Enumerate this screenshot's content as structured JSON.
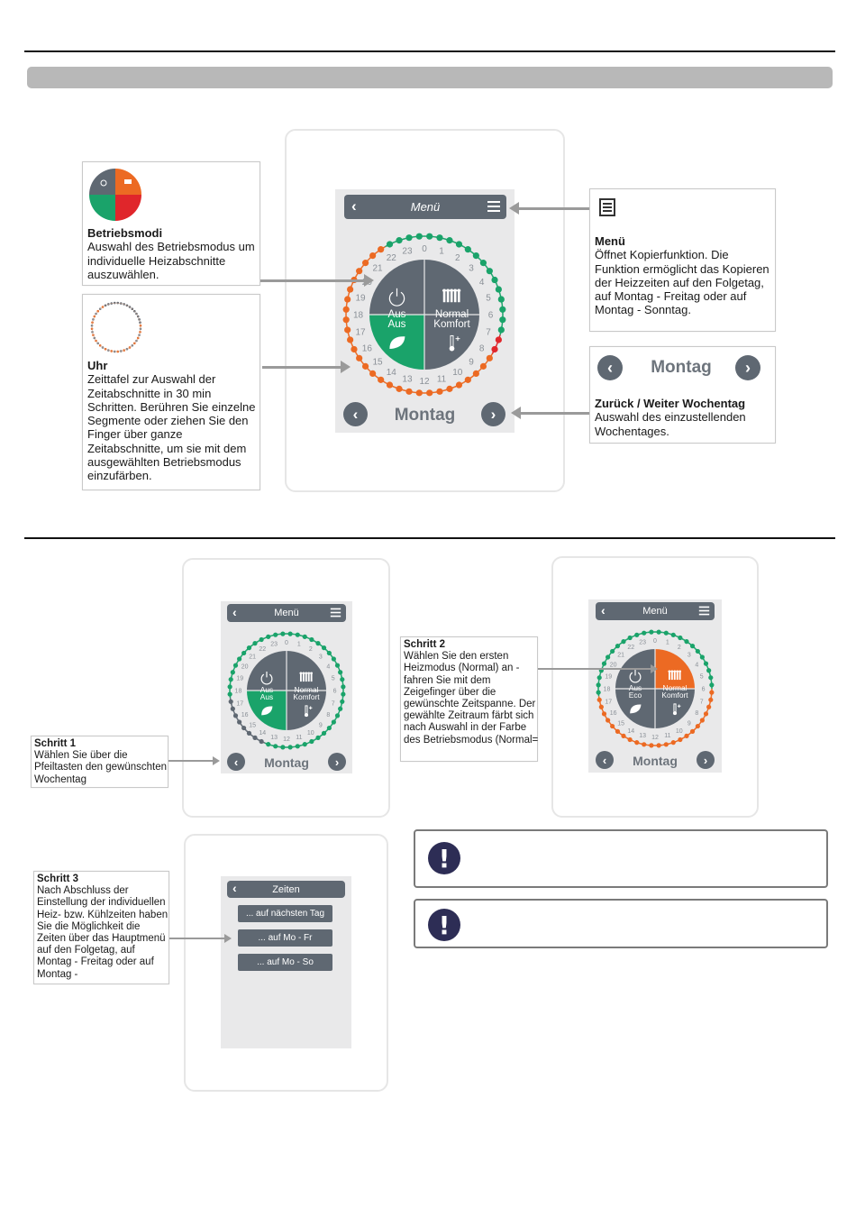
{
  "callouts": {
    "betriebsmodi": {
      "title": "Betriebsmodi",
      "text": "Auswahl des Betriebsmodus um individuelle Heizabschnitte auszuwählen."
    },
    "uhr": {
      "title": "Uhr",
      "text": "Zeittafel zur Auswahl der Zeitabschnitte in 30 min Schritten. Berühren Sie einzelne Segmente oder ziehen Sie den Finger über ganze Zeitabschnitte, um sie mit dem ausgewählten Betriebsmodus einzufärben."
    },
    "menue": {
      "title": "Menü",
      "text": "Öffnet Kopierfunktion. Die Funktion ermöglicht das Kopieren der Heizzeiten auf den Folgetag, auf Montag - Freitag oder auf Montag - Sonntag."
    },
    "wochentag": {
      "title": "Zurück / Weiter Wochentag",
      "text": "Auswahl des einzustellenden Wochentages.",
      "day": "Montag"
    },
    "schritt1": {
      "title": "Schritt 1",
      "text": "Wählen Sie über die Pfeiltasten den gewünschten Wochentag"
    },
    "schritt2": {
      "title": "Schritt 2",
      "text": "Wählen Sie den ersten Heizmodus (Normal) an - fahren Sie mit dem Zeigefinger über die gewünschte Zeitspanne. Der gewählte Zeitraum färbt sich nach Auswahl in der Farbe des Betriebsmodus (Normal="
    },
    "schritt3": {
      "title": "Schritt 3",
      "text": "Nach Abschluss der Einstellung der individuellen Heiz- bzw. Kühlzeiten haben Sie die Möglichkeit die Zeiten über das Hauptmenü auf den Folgetag, auf Montag - Freitag oder auf Montag -"
    }
  },
  "screen": {
    "menu_title": "Menü",
    "day": "Montag",
    "modes": {
      "off": "Aus",
      "normal": "Normal",
      "eco_off": "Aus",
      "eco": "Eco",
      "komfort": "Komfort"
    },
    "hours": [
      "0",
      "1",
      "2",
      "3",
      "4",
      "5",
      "6",
      "7",
      "8",
      "9",
      "10",
      "11",
      "12",
      "13",
      "14",
      "15",
      "16",
      "17",
      "18",
      "19",
      "20",
      "21",
      "22",
      "23"
    ]
  },
  "zeiten": {
    "title": "Zeiten",
    "buttons": [
      "... auf nächsten Tag",
      "... auf Mo - Fr",
      "... auf Mo - So"
    ]
  },
  "colors": {
    "green": "#1aa36a",
    "orange": "#ec6a23",
    "red": "#e0262b",
    "slate": "#5f6872",
    "screen_bg": "#e9e9ea"
  }
}
